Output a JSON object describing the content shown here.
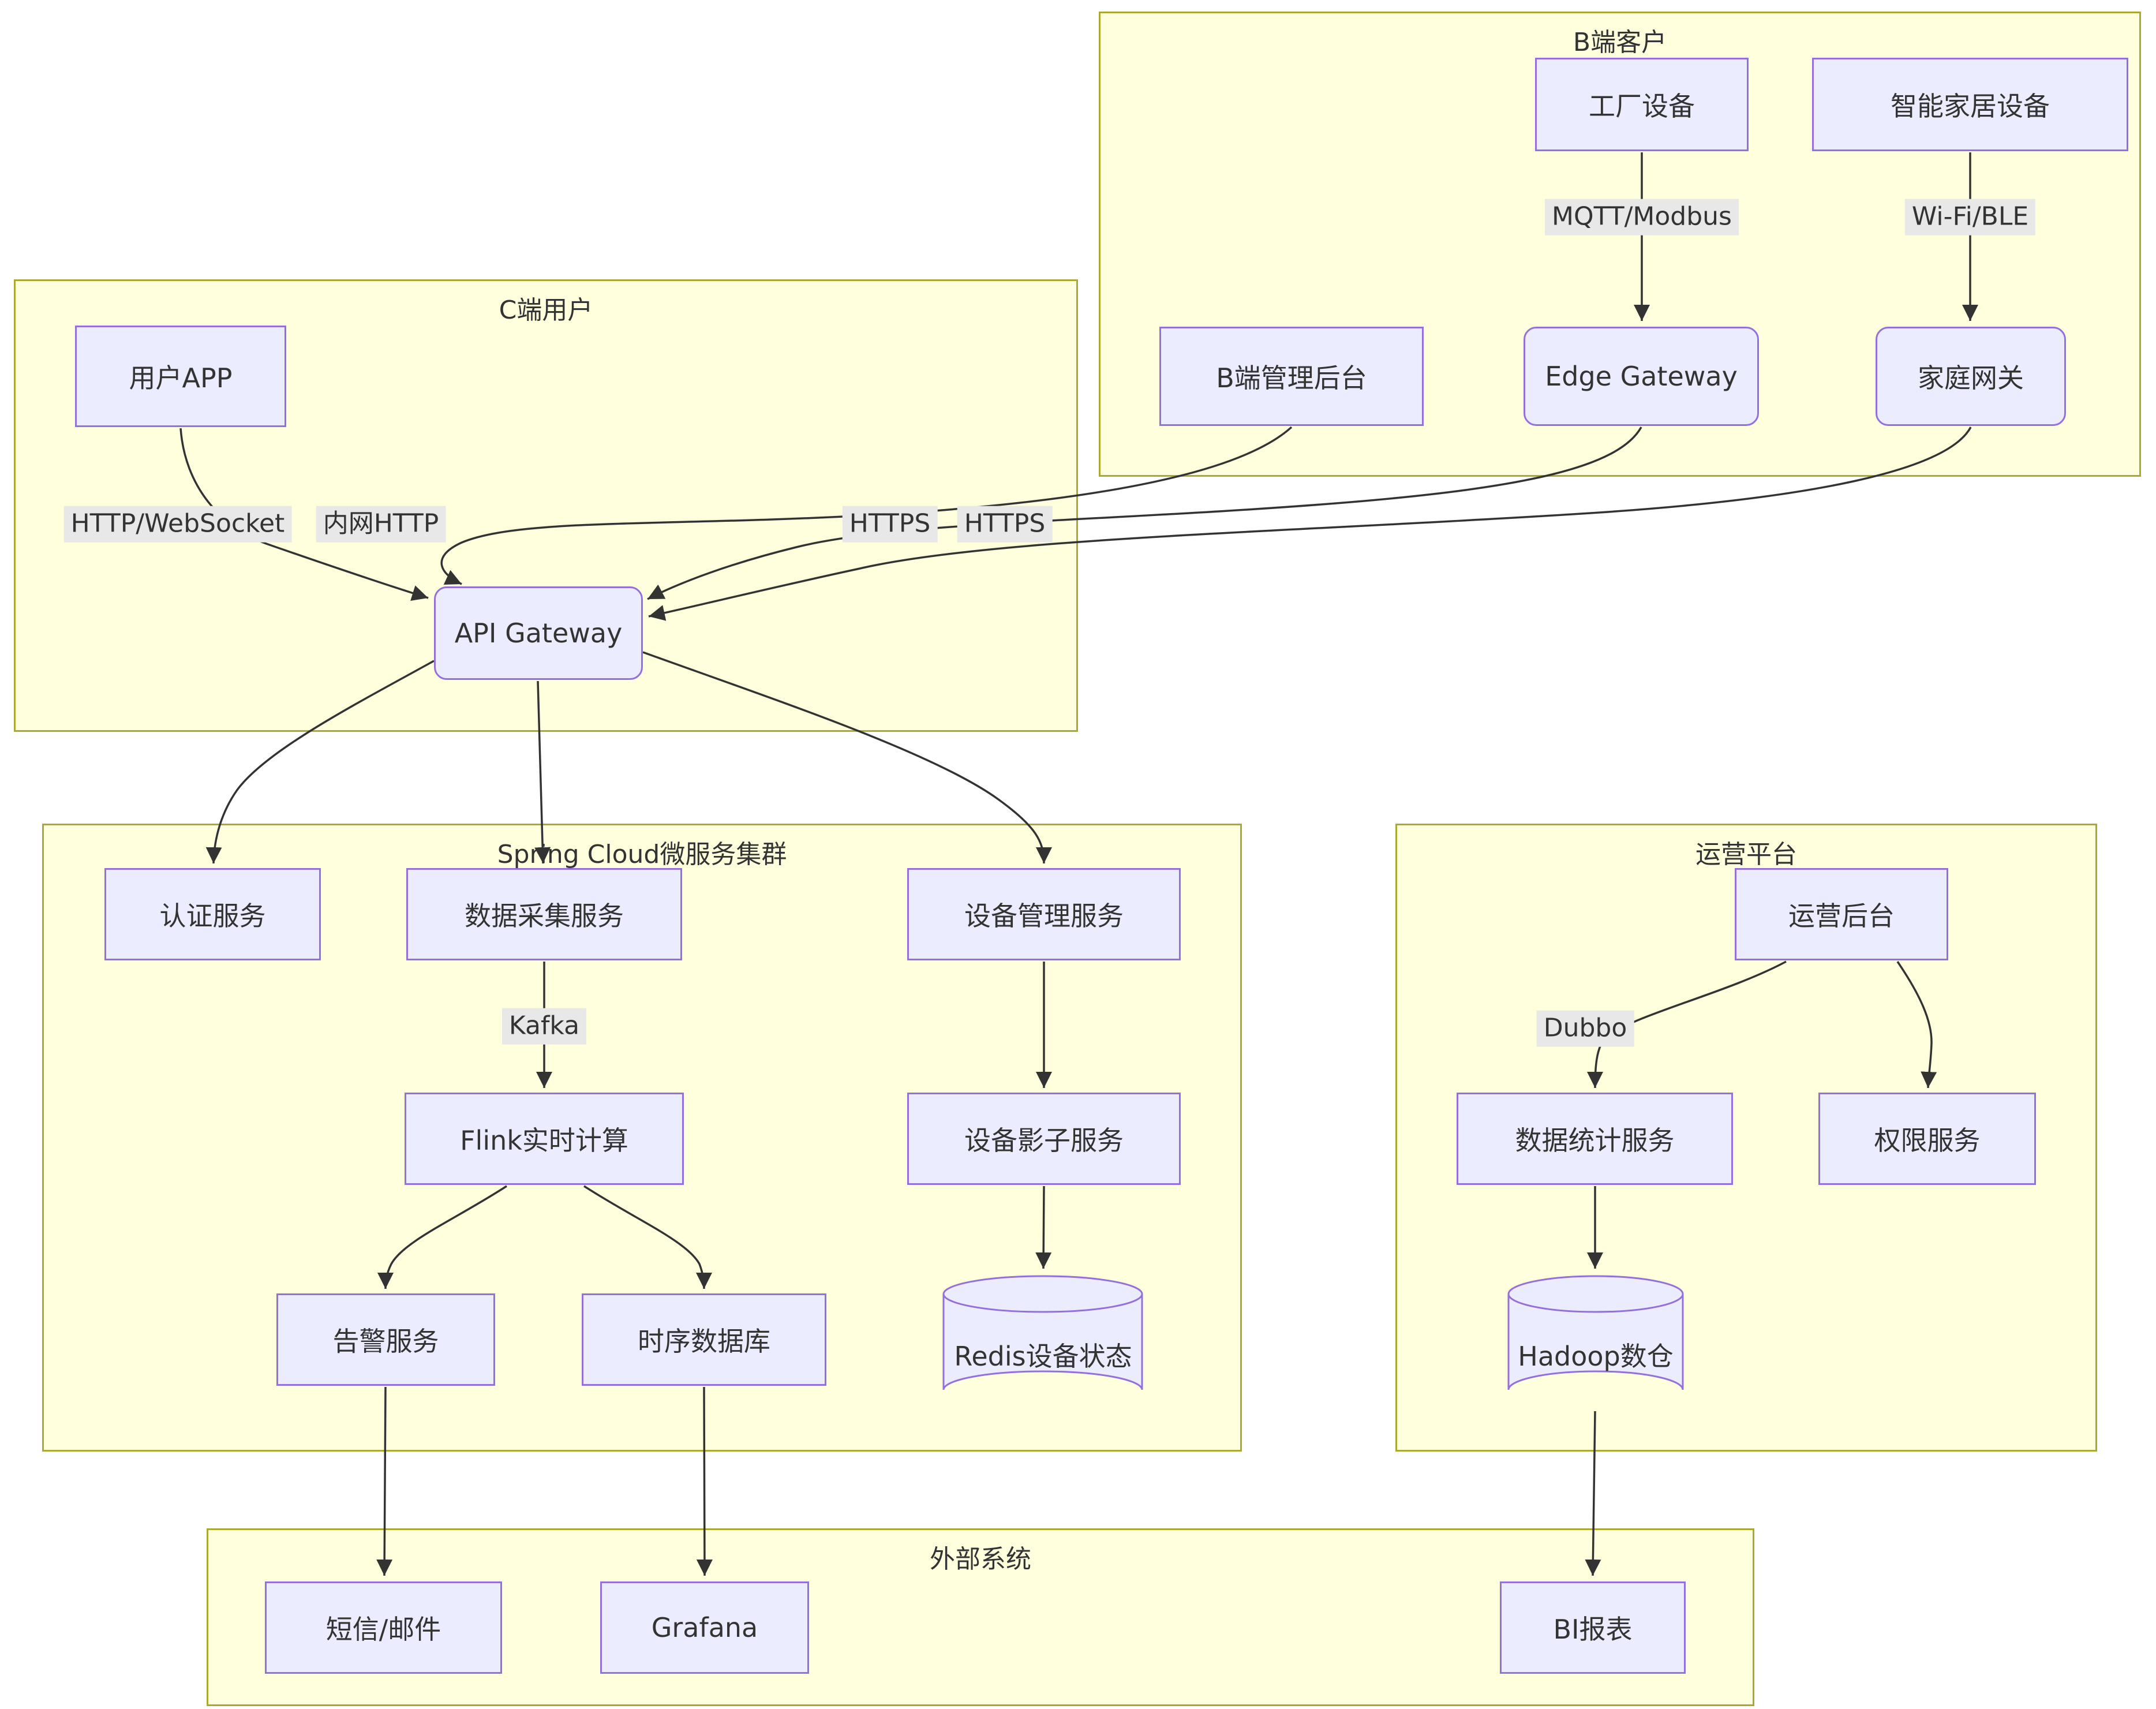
{
  "clusters": {
    "b": {
      "label": "B端客户"
    },
    "c": {
      "label": "C端用户"
    },
    "spring": {
      "label": "Spring Cloud微服务集群"
    },
    "ops": {
      "label": "运营平台"
    },
    "ext": {
      "label": "外部系统"
    }
  },
  "nodes": {
    "factory": {
      "label": "工厂设备"
    },
    "smart_home": {
      "label": "智能家居设备"
    },
    "b_admin": {
      "label": "B端管理后台"
    },
    "edge_gateway": {
      "label": "Edge Gateway"
    },
    "home_gateway": {
      "label": "家庭网关"
    },
    "user_app": {
      "label": "用户APP"
    },
    "api_gateway": {
      "label": "API Gateway"
    },
    "auth": {
      "label": "认证服务"
    },
    "collect": {
      "label": "数据采集服务"
    },
    "device_mgmt": {
      "label": "设备管理服务"
    },
    "flink": {
      "label": "Flink实时计算"
    },
    "device_shadow": {
      "label": "设备影子服务"
    },
    "alert": {
      "label": "告警服务"
    },
    "tsdb": {
      "label": "时序数据库"
    },
    "redis": {
      "label": "Redis设备状态"
    },
    "ops_admin": {
      "label": "运营后台"
    },
    "stats": {
      "label": "数据统计服务"
    },
    "perm": {
      "label": "权限服务"
    },
    "hadoop": {
      "label": "Hadoop数仓"
    },
    "sms": {
      "label": "短信/邮件"
    },
    "grafana": {
      "label": "Grafana"
    },
    "bi": {
      "label": "BI报表"
    }
  },
  "edge_labels": {
    "mqtt": {
      "label": "MQTT/Modbus"
    },
    "wifi": {
      "label": "Wi-Fi/BLE"
    },
    "http_ws": {
      "label": "HTTP/WebSocket"
    },
    "intranet_http": {
      "label": "内网HTTP"
    },
    "https_edge": {
      "label": "HTTPS"
    },
    "https_home": {
      "label": "HTTPS"
    },
    "kafka": {
      "label": "Kafka"
    },
    "dubbo": {
      "label": "Dubbo"
    }
  },
  "colors": {
    "node_fill": "#ECECFF",
    "node_border": "#9370DB",
    "cluster_fill": "#ffffde",
    "cluster_border": "#aaaa33",
    "edge": "#333333",
    "label_bg": "#e8e8e8",
    "text": "#333333"
  }
}
